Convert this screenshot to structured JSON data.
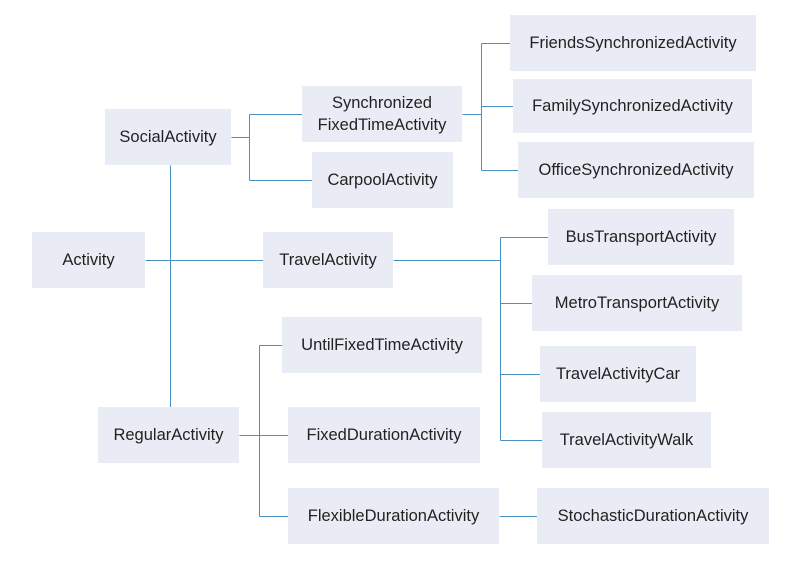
{
  "diagram": {
    "line_color": "#4b90c4",
    "box_color": "#e9ecf4",
    "nodes": {
      "activity": "Activity",
      "social": "SocialActivity",
      "regular": "RegularActivity",
      "travel": "TravelActivity",
      "sync_fixed": "Synchronized\nFixedTimeActivity",
      "carpool": "CarpoolActivity",
      "friends_sync": "FriendsSynchronizedActivity",
      "family_sync": "FamilySynchronizedActivity",
      "office_sync": "OfficeSynchronizedActivity",
      "bus": "BusTransportActivity",
      "metro": "MetroTransportActivity",
      "car": "TravelActivityCar",
      "walk": "TravelActivityWalk",
      "until_fixed": "UntilFixedTimeActivity",
      "fixed_duration": "FixedDurationActivity",
      "flexible_duration": "FlexibleDurationActivity",
      "stochastic_duration": "StochasticDurationActivity"
    },
    "edges": [
      [
        "activity",
        "social"
      ],
      [
        "activity",
        "travel"
      ],
      [
        "activity",
        "regular"
      ],
      [
        "social",
        "sync_fixed"
      ],
      [
        "social",
        "carpool"
      ],
      [
        "sync_fixed",
        "friends_sync"
      ],
      [
        "sync_fixed",
        "family_sync"
      ],
      [
        "sync_fixed",
        "office_sync"
      ],
      [
        "travel",
        "bus"
      ],
      [
        "travel",
        "metro"
      ],
      [
        "travel",
        "car"
      ],
      [
        "travel",
        "walk"
      ],
      [
        "regular",
        "until_fixed"
      ],
      [
        "regular",
        "fixed_duration"
      ],
      [
        "regular",
        "flexible_duration"
      ],
      [
        "flexible_duration",
        "stochastic_duration"
      ]
    ]
  }
}
